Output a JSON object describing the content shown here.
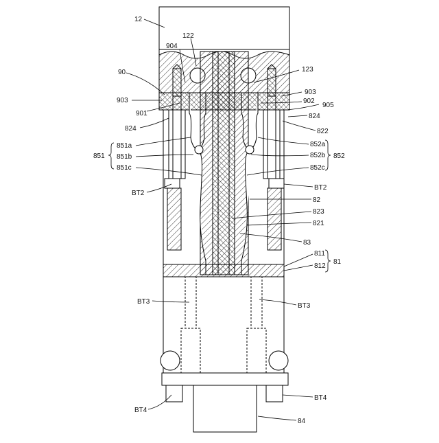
{
  "labels": {
    "l12": "12",
    "l122": "122",
    "l904": "904",
    "l123": "123",
    "l90": "90",
    "l903a": "903",
    "l903b": "903",
    "l901": "901",
    "l902": "902",
    "l905": "905",
    "l824a": "824",
    "l824b": "824",
    "l822": "822",
    "l851": "851",
    "l851a": "851a",
    "l851b": "851b",
    "l851c": "851c",
    "l852": "852",
    "l852a": "852a",
    "l852b": "852b",
    "l852c": "852c",
    "lBT2a": "BT2",
    "lBT2b": "BT2",
    "l82": "82",
    "l823": "823",
    "l821": "821",
    "l83": "83",
    "l811": "811",
    "l81": "81",
    "l812": "812",
    "lBT3a": "BT3",
    "lBT3b": "BT3",
    "lBT4a": "BT4",
    "lBT4b": "BT4",
    "l84": "84"
  }
}
